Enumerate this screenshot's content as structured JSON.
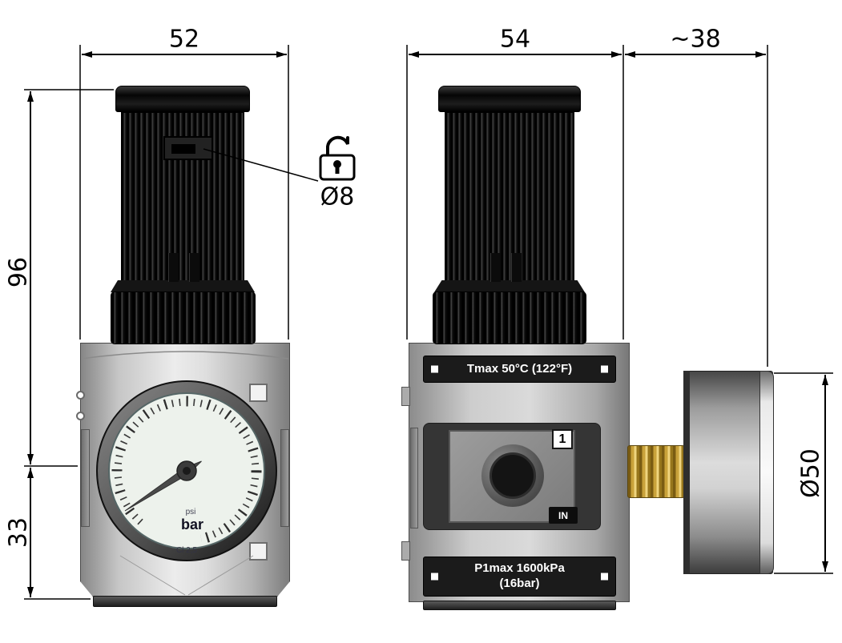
{
  "drawing": {
    "dimensions": {
      "front_width": "52",
      "side_width": "54",
      "gauge_depth": "~38",
      "upper_height": "96",
      "lower_height": "33",
      "lock_hole_diameter": "Ø8",
      "gauge_diameter": "Ø50"
    },
    "front_view": {
      "gauge": {
        "unit_small": "psi",
        "unit_main": "bar",
        "accuracy_class": "Cl 2,5"
      }
    },
    "side_view": {
      "top_label": "Tmax 50°C (122°F)",
      "port_number": "1",
      "port_direction": "IN",
      "bottom_label_line1": "P1max 1600kPa",
      "bottom_label_line2": "(16bar)"
    },
    "colors": {
      "line": "#000000",
      "knob_black": "#1b1b1b",
      "body_gray": "#c6c6c6",
      "gauge_face": "#edf2ec",
      "brass": "#c9a23a"
    }
  }
}
